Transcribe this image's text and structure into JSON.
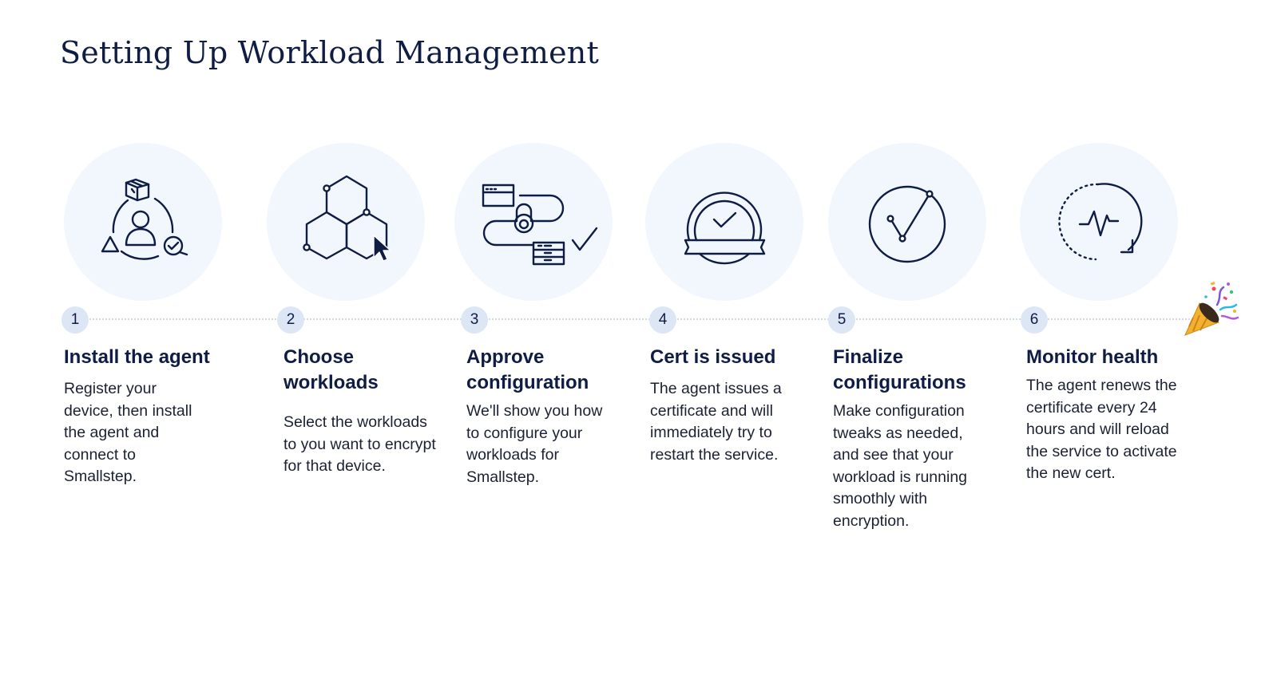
{
  "title": "Setting Up Workload Management",
  "colors": {
    "ink": "#0f1d45",
    "circle_bg": "#f2f7fd",
    "badge_bg": "#dde6f5",
    "timeline": "#d3dbe7"
  },
  "steps": [
    {
      "number": "1",
      "title": "Install the agent",
      "description": "Register your device, then install the agent and connect to Smallstep.",
      "icon": "agent-install-icon"
    },
    {
      "number": "2",
      "title": "Choose workloads",
      "description": "Select the workloads to you want to encrypt for that device.",
      "icon": "hexagon-cluster-icon"
    },
    {
      "number": "3",
      "title": "Approve configuration",
      "description": "We'll show you how to configure your workloads for Smallstep.",
      "icon": "config-approval-icon"
    },
    {
      "number": "4",
      "title": "Cert is issued",
      "description": "The agent issues a certificate and will immediately try to restart the service.",
      "icon": "certificate-badge-icon"
    },
    {
      "number": "5",
      "title": "Finalize configurations",
      "description": "Make configuration tweaks as needed, and see that your workload is running smoothly with encryption.",
      "icon": "check-circle-icon"
    },
    {
      "number": "6",
      "title": "Monitor health",
      "description": "The agent renews the certificate every 24 hours and will reload the service to activate the new cert.",
      "icon": "health-monitor-icon"
    }
  ],
  "end_icon": "party-popper-icon"
}
